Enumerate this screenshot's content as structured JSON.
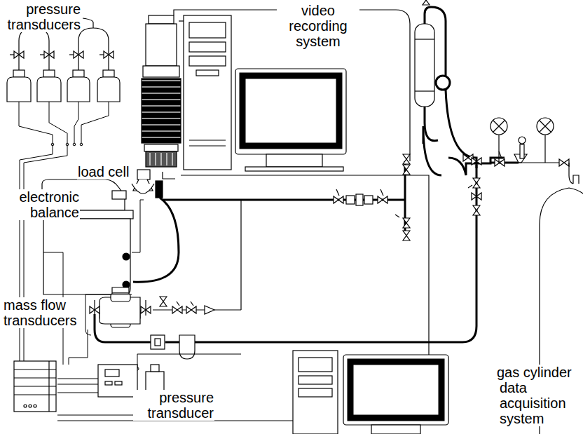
{
  "diagram": {
    "labels": [
      "pressure transducers",
      "video recording system",
      "load cell",
      "electronic balance",
      "mass flow transducers",
      "pressure transducer",
      "gas cylinder",
      "data acquisition system"
    ]
  }
}
